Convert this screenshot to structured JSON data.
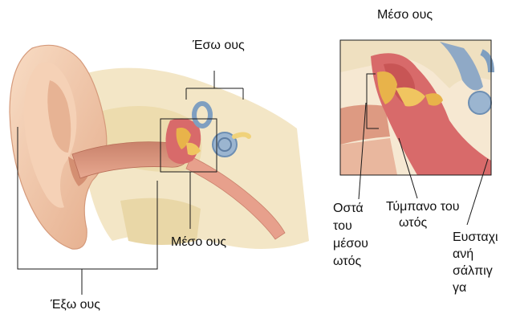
{
  "labels": {
    "inner_ear": "Έσω ους",
    "middle_ear": "Μέσο ους",
    "outer_ear": "Έξω ους",
    "middle_ear_detail": "Μέσο ους",
    "ossicles_line1": "Οστά",
    "ossicles_line2": "του",
    "ossicles_line3": "μέσου",
    "ossicles_line4": "ωτός",
    "eardrum_line1": "Τύμπανο του",
    "eardrum_line2": "ωτός",
    "eustachian_line1": "Ευσταχι",
    "eustachian_line2": "ανή",
    "eustachian_line3": "σάλπιγ",
    "eustachian_line4": "γα"
  },
  "colors": {
    "skin": "#f1c7a8",
    "skin_shadow": "#d99e7d",
    "bone": "#efe3b8",
    "cochlea": "#7f9fc0",
    "ossicles": "#e8b34a",
    "middle_ear_cavity": "#d86a6a",
    "nerve": "#f0d27a",
    "line": "#1a1a1a"
  }
}
